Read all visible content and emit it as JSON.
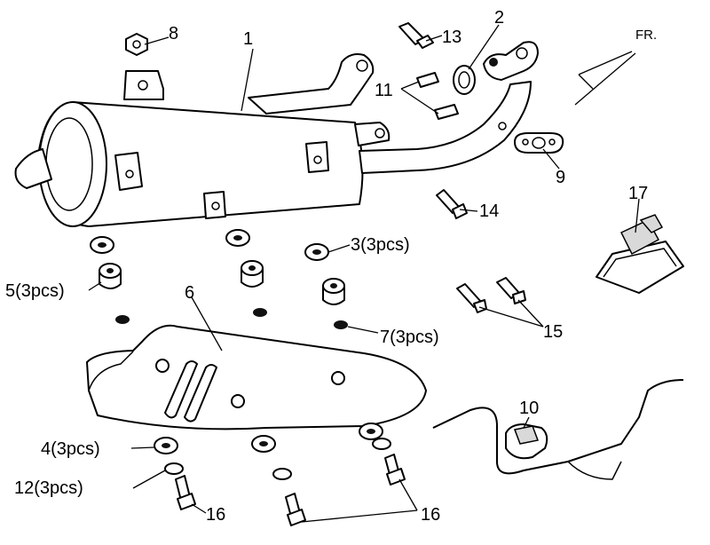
{
  "labels": {
    "p1": "1",
    "p2": "2",
    "p3": "3(3pcs)",
    "p4": "4(3pcs)",
    "p5": "5(3pcs)",
    "p6": "6",
    "p7": "7(3pcs)",
    "p8": "8",
    "p9": "9",
    "p10": "10",
    "p11": "11",
    "p12": "12(3pcs)",
    "p13": "13",
    "p14": "14",
    "p15": "15",
    "p16a": "16",
    "p16b": "16",
    "p17": "17",
    "front": "FR."
  }
}
